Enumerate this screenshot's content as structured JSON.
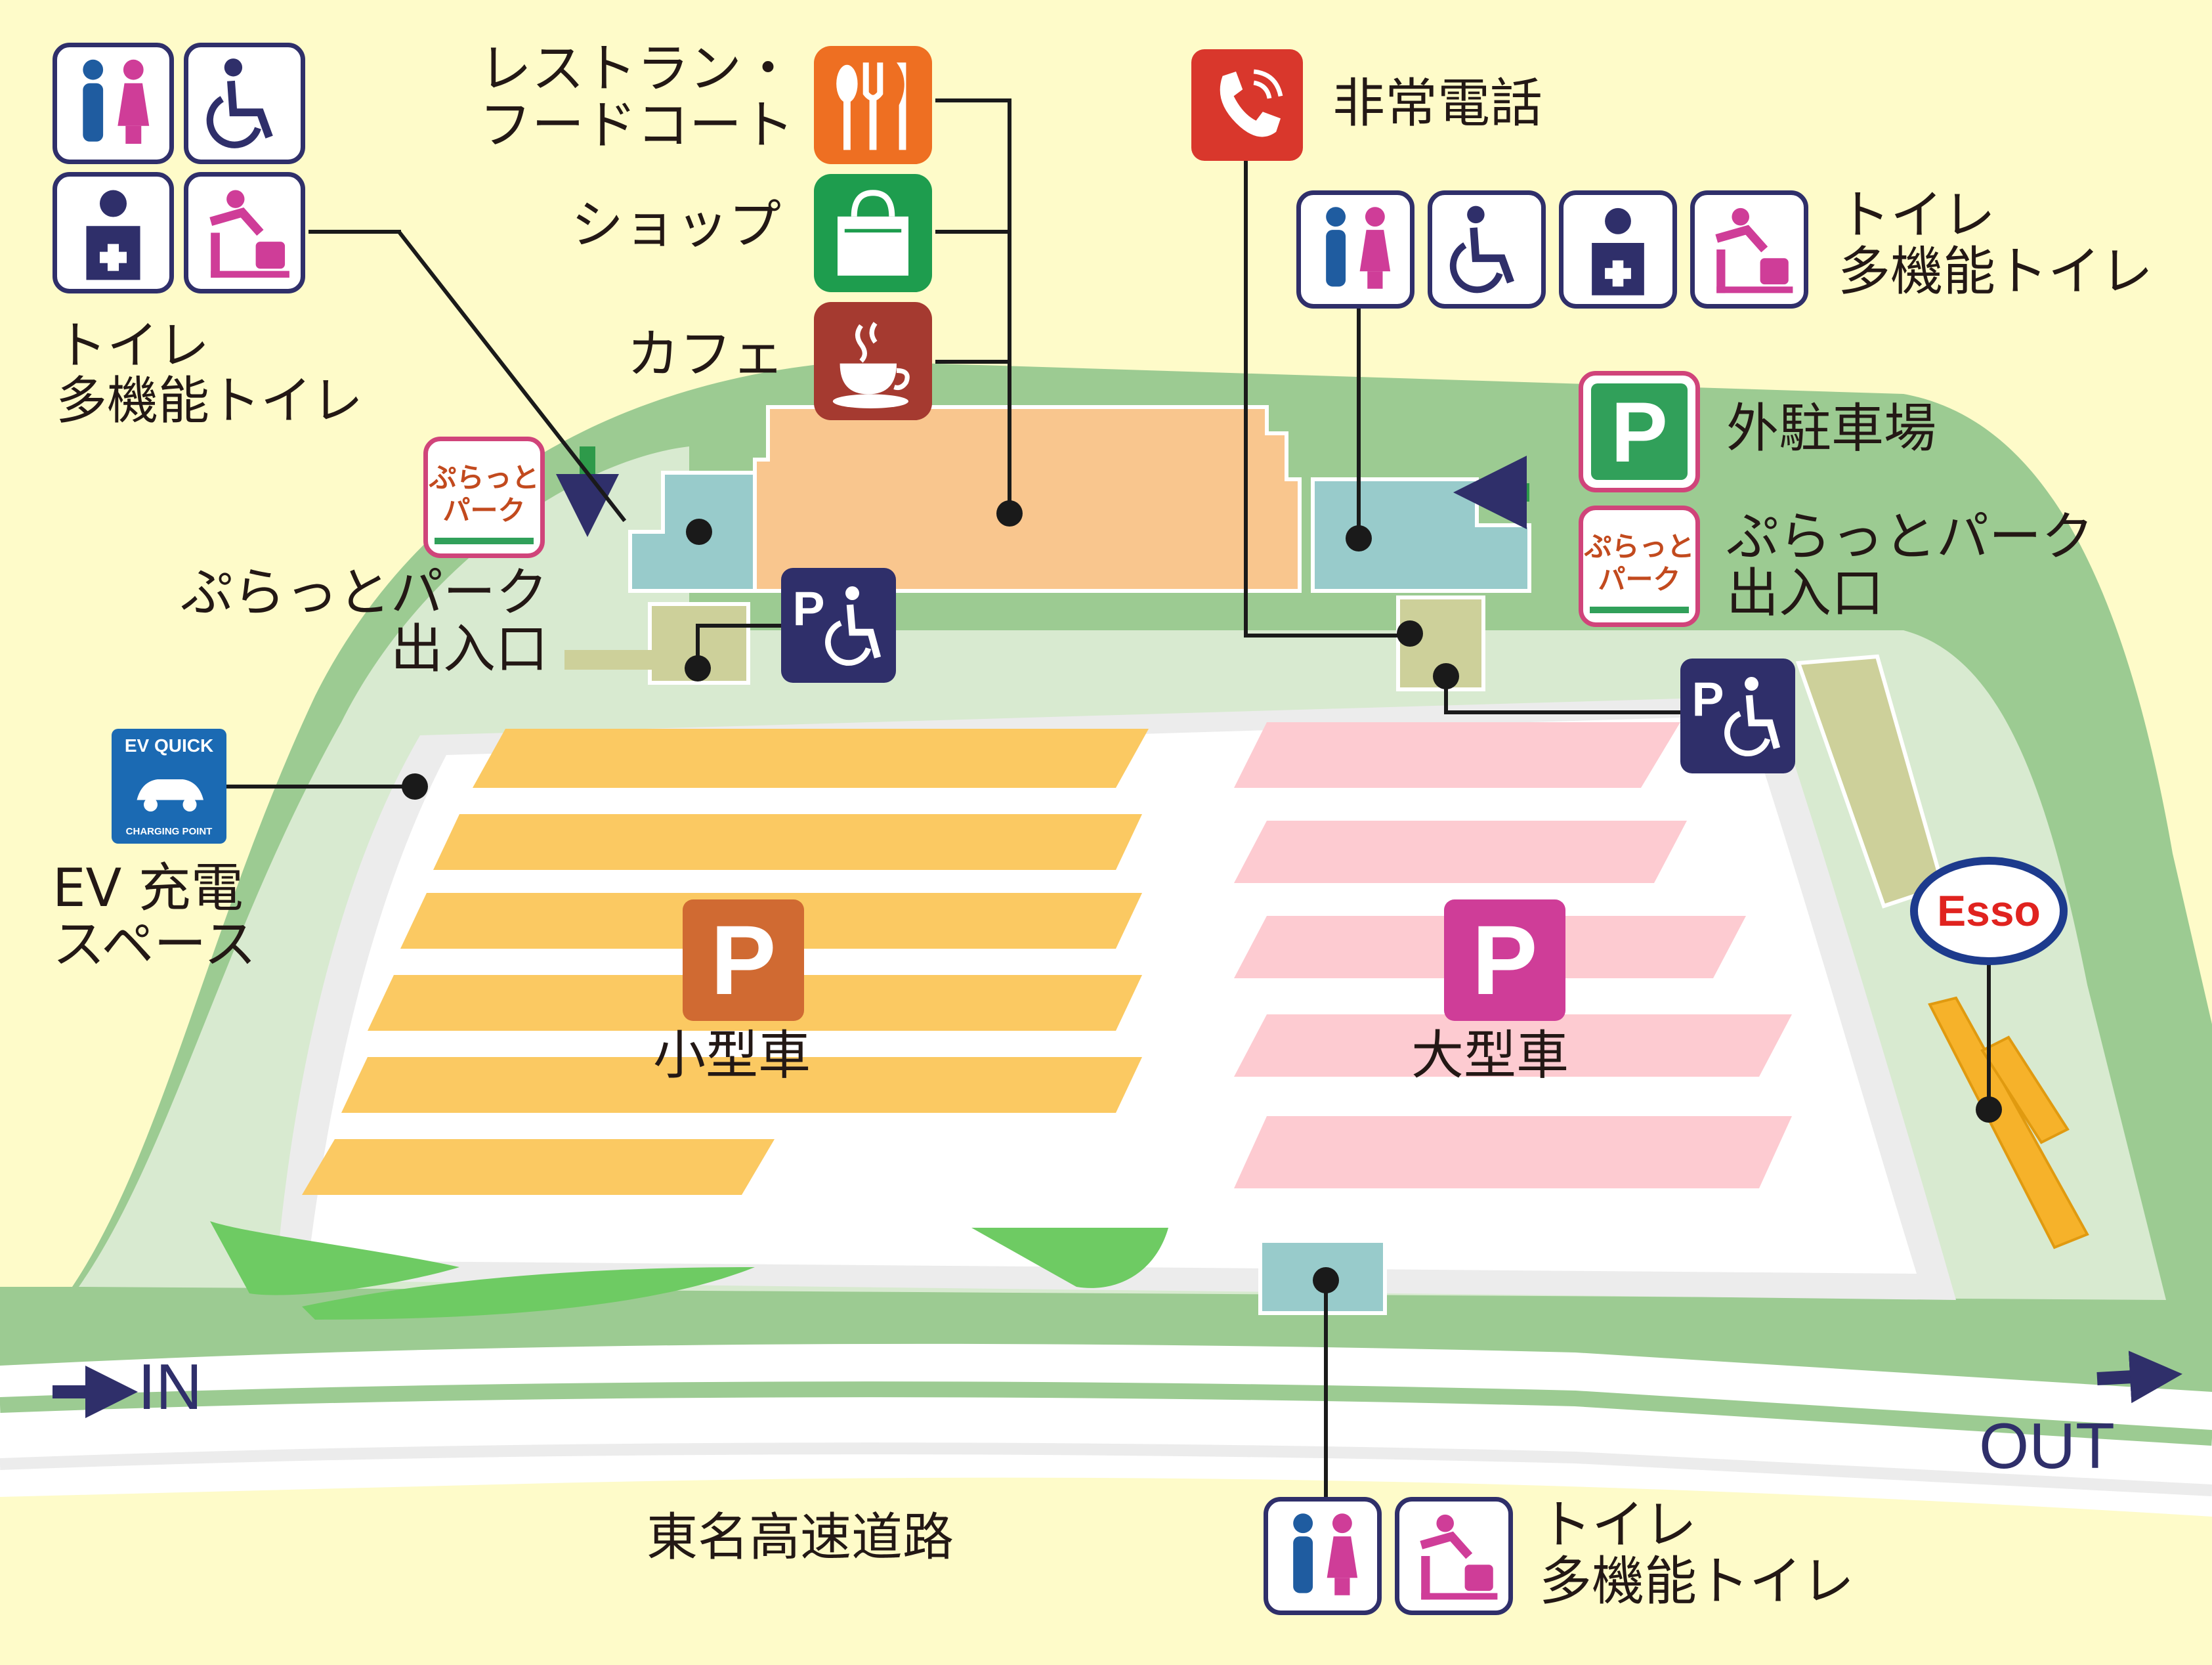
{
  "facilities": {
    "restaurant": {
      "line1": "レストラン・",
      "line2": "フードコート"
    },
    "shop": "ショップ",
    "cafe": "カフェ",
    "emergency_phone": "非常電話",
    "toilet_nw": {
      "line1": "トイレ",
      "line2": "多機能トイレ"
    },
    "toilet_ne": {
      "line1": "トイレ",
      "line2": "多機能トイレ"
    },
    "toilet_s": {
      "line1": "トイレ",
      "line2": "多機能トイレ"
    },
    "outer_parking": "外駐車場",
    "plat_park_west": {
      "line1": "ぷらっとパーク",
      "line2": "出入口"
    },
    "plat_park_east": {
      "line1": "ぷらっとパーク",
      "line2": "出入口"
    },
    "ev": {
      "line1": "EV 充電",
      "line2": "スペース"
    }
  },
  "parking": {
    "small": "小型車",
    "large": "大型車",
    "sign_letter": "P"
  },
  "road": {
    "name": "東名高速道路",
    "in": "IN",
    "out": "OUT"
  },
  "badges": {
    "ev_top": "EV QUICK",
    "ev_bottom": "CHARGING POINT",
    "gas_brand": "Esso",
    "plat_line1": "ぷらっと",
    "plat_line2": "パーク"
  },
  "colors": {
    "background": "#fefbc9",
    "green_area": "#9ccb92",
    "small_car": "#fbc962",
    "large_car": "#fdcbd1",
    "building": "#f9c68e",
    "toilet_block": "#98cbcb",
    "road": "#ffffff",
    "icon_navy": "#2f2f6a",
    "restaurant_orange": "#ee6f22",
    "shop_green": "#1e9d4e",
    "cafe_brown": "#a53a30",
    "phone_red": "#d9372c",
    "parking_green": "#31a05a",
    "small_p": "#d06a32",
    "large_p": "#cf3d98",
    "esso_red": "#e0231f",
    "esso_blue": "#1d3b8d"
  },
  "icons": [
    "male-female-toilet-icon",
    "wheelchair-icon",
    "ostomate-icon",
    "baby-changing-icon",
    "fork-knife-icon",
    "shopping-bag-icon",
    "coffee-cup-icon",
    "telephone-icon",
    "parking-icon",
    "accessible-parking-icon",
    "ev-charging-icon",
    "esso-logo",
    "plat-park-icon",
    "arrow-icon"
  ]
}
